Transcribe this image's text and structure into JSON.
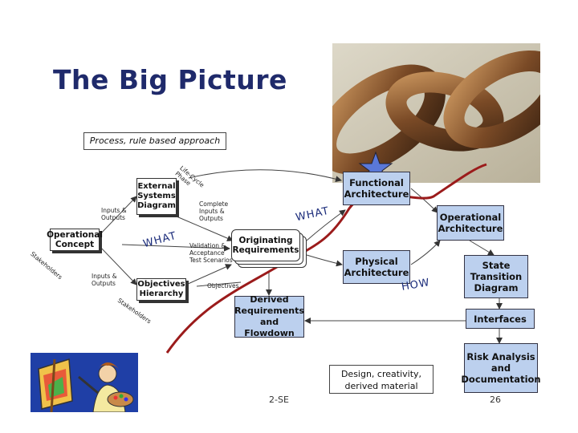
{
  "slide": {
    "title": "The Big Picture",
    "note_process": "Process, rule based approach",
    "note_design": "Design, creativity, derived material",
    "footer_left": "2-SE",
    "footer_right": "26"
  },
  "diagram": {
    "external_systems": "External\nSystems\nDiagram",
    "operational_concept": "Operational\nConcept",
    "objectives_hierarchy": "Objectives\nHierarchy",
    "originating_requirements": "Originating\nRequirements",
    "derived_requirements": "Derived\nRequirements\nand Flowdown",
    "functional_architecture": "Functional\nArchitecture",
    "physical_architecture": "Physical\nArchitecture",
    "operational_architecture": "Operational\nArchitecture",
    "state_transition": "State\nTransition\nDiagram",
    "interfaces": "Interfaces",
    "risk_analysis": "Risk Analysis\nand\nDocumentation",
    "label_inputs_outputs_top": "Inputs &\nOutputs",
    "label_inputs_outputs_bottom": "Inputs &\nOutputs",
    "label_complete_io": "Complete\nInputs &\nOutputs",
    "label_validation": "Validation &\nAcceptance\nTest Scenarios",
    "label_lifecycle": "Life-Cycle\nPhase",
    "label_stakeholders_left": "Stakeholders",
    "label_stakeholders_bottom": "Stakeholders",
    "label_objectives": "Objectives",
    "annot_what_1": "WHAT",
    "annot_what_2": "WHAT",
    "annot_how": "HOW"
  },
  "colors": {
    "title": "#1f2a6b",
    "box_blue": "#bcd0ee",
    "curve_red": "#9b1b1b",
    "star": "#5a78d8",
    "annotation_ink": "#1a2b7a"
  },
  "images": {
    "chain_photo": "rusty-chain-photo",
    "painter_clipart": "painter-at-easel-clipart"
  }
}
